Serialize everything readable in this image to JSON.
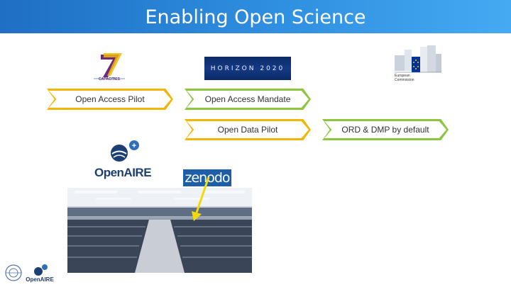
{
  "header": {
    "title": "Enabling Open Science"
  },
  "logos": {
    "fp7": {
      "number": "7",
      "label": "CAPACITIES"
    },
    "horizon": {
      "text": "HORIZON 2020"
    },
    "ec": {
      "line1": "European",
      "line2": "Commission"
    },
    "openaire": {
      "text": "OpenAIRE"
    },
    "zenodo": {
      "text": "zenodo"
    },
    "openaire_small": {
      "text": "OpenAIRE"
    }
  },
  "chevrons": {
    "open_access_pilot": "Open Access Pilot",
    "open_access_mandate": "Open Access Mandate",
    "open_data_pilot": "Open Data Pilot",
    "ord_dmp": "ORD & DMP by default"
  },
  "colors": {
    "title_bar": "#1f6fc4",
    "chevron_yellow": "#f2b705",
    "chevron_green": "#8cc63f",
    "arrow": "#f2d90a"
  }
}
